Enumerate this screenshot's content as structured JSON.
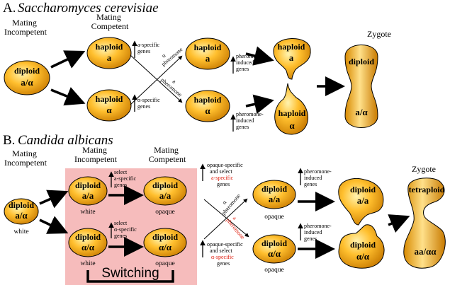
{
  "colors": {
    "cell_highlight": "#fff3b0",
    "cell_mid": "#ffbf2e",
    "cell_edge": "#c87a00",
    "switching_box": "#f6bcbc",
    "red_text": "#e02010"
  },
  "section_a": {
    "letter": "A.",
    "organism": "Saccharomyces cerevisiae",
    "stage_incompetent": [
      "Mating",
      "Incompetent"
    ],
    "stage_competent": [
      "Mating",
      "Competent"
    ],
    "stage_zygote": "Zygote",
    "diploid_cell": [
      "diploid",
      "a/α"
    ],
    "haploid_a": [
      "haploid",
      "a"
    ],
    "haploid_alpha": [
      "haploid",
      "α"
    ],
    "a_specific_genes": [
      "a-specific",
      "genes"
    ],
    "alpha_specific_genes": [
      "α-specific",
      "genes"
    ],
    "alpha_pheromone": [
      "α",
      "pheromone"
    ],
    "a_pheromone": [
      "a",
      "pheromone"
    ],
    "pheromone_induced_1": [
      "pheromone-",
      "induced",
      "genes"
    ],
    "pheromone_induced_2": [
      "pheromone-",
      "induced",
      "genes"
    ],
    "mating_a": [
      "haploid",
      "a"
    ],
    "mating_alpha": [
      "haploid",
      "α"
    ],
    "zygote": [
      "diploid",
      "a/α"
    ]
  },
  "section_b": {
    "letter": "B.",
    "organism": "Candida albicans",
    "stage_incompetent_1": [
      "Mating",
      "Incompetent"
    ],
    "stage_incompetent_2": [
      "Mating",
      "Incompetent"
    ],
    "stage_competent": [
      "Mating",
      "Competent"
    ],
    "stage_zygote": "Zygote",
    "diploid_white": [
      "diploid",
      "a/α",
      "white"
    ],
    "white_a": [
      "diploid",
      "a/a",
      "white"
    ],
    "white_alpha": [
      "diploid",
      "α/α",
      "white"
    ],
    "opaque_a": [
      "diploid",
      "a/a",
      "opaque"
    ],
    "opaque_alpha": [
      "diploid",
      "α/α",
      "opaque"
    ],
    "select_a_genes": [
      "select",
      "a-specific",
      "genes"
    ],
    "select_alpha_genes": [
      "select",
      "α-specific",
      "genes"
    ],
    "opaque_specific_top": [
      "opaque-specific",
      "and select",
      "a-specific",
      "genes"
    ],
    "opaque_specific_bottom": [
      "opaque-specific",
      "and select",
      "α-specific",
      "genes"
    ],
    "alpha_pheromone": [
      "α",
      "pheromone"
    ],
    "a_pheromone": [
      "a",
      "pheromone"
    ],
    "comp_a": [
      "diploid",
      "a/a",
      "opaque"
    ],
    "comp_alpha": [
      "diploid",
      "α/α",
      "opaque"
    ],
    "pheromone_induced_1": [
      "pheromone-",
      "induced",
      "genes"
    ],
    "pheromone_induced_2": [
      "pheromone-",
      "induced",
      "genes"
    ],
    "mating_a": [
      "diploid",
      "a/a"
    ],
    "mating_alpha": [
      "diploid",
      "α/α"
    ],
    "zygote": [
      "tetraploid",
      "aa/αα"
    ],
    "switching_label": "Switching"
  }
}
